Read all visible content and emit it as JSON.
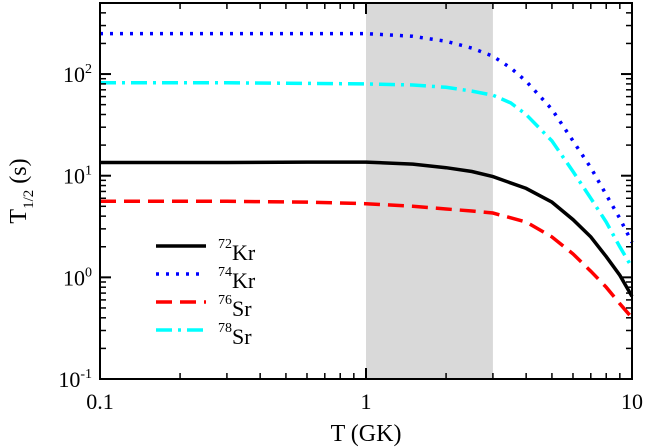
{
  "chart_data": {
    "type": "line",
    "xscale": "log",
    "yscale": "log",
    "xlim": [
      0.1,
      10
    ],
    "ylim": [
      0.1,
      500
    ],
    "xlabel": "T (GK)",
    "ylabel": {
      "main": "T",
      "sub": "1/2",
      "unit": " (s)"
    },
    "x_ticks": [
      {
        "value": 0.1,
        "label": "0.1"
      },
      {
        "value": 1,
        "label": "1"
      },
      {
        "value": 10,
        "label": "10"
      }
    ],
    "y_ticks": [
      {
        "value": 0.1,
        "base": "10",
        "exp": "-1"
      },
      {
        "value": 1,
        "base": "10",
        "exp": "0"
      },
      {
        "value": 10,
        "base": "10",
        "exp": "1"
      },
      {
        "value": 100,
        "base": "10",
        "exp": "2"
      }
    ],
    "shaded_region": {
      "x": [
        1,
        3
      ],
      "color": "#d9d9d9"
    },
    "legend_position": "lower-left",
    "series": [
      {
        "name": {
          "mass": "72",
          "element": "Kr"
        },
        "color": "#000000",
        "style": "solid",
        "points": [
          [
            0.1,
            13.5
          ],
          [
            0.3,
            13.5
          ],
          [
            0.6,
            13.6
          ],
          [
            1.0,
            13.6
          ],
          [
            1.5,
            13.0
          ],
          [
            2.0,
            12.0
          ],
          [
            2.5,
            11.0
          ],
          [
            3.0,
            9.8
          ],
          [
            4.0,
            7.5
          ],
          [
            5.0,
            5.5
          ],
          [
            6.0,
            3.7
          ],
          [
            7.0,
            2.5
          ],
          [
            8.0,
            1.6
          ],
          [
            9.0,
            1.05
          ],
          [
            10.0,
            0.65
          ]
        ]
      },
      {
        "name": {
          "mass": "74",
          "element": "Kr"
        },
        "color": "#0000ff",
        "style": "dotted",
        "points": [
          [
            0.1,
            250
          ],
          [
            0.3,
            250
          ],
          [
            0.6,
            250
          ],
          [
            1.0,
            250
          ],
          [
            1.5,
            235
          ],
          [
            2.0,
            210
          ],
          [
            2.5,
            180
          ],
          [
            3.0,
            150
          ],
          [
            3.5,
            115
          ],
          [
            4.0,
            85
          ],
          [
            5.0,
            45
          ],
          [
            6.0,
            22
          ],
          [
            7.0,
            12
          ],
          [
            8.0,
            6.5
          ],
          [
            9.0,
            3.8
          ],
          [
            10.0,
            2.2
          ]
        ]
      },
      {
        "name": {
          "mass": "76",
          "element": "Sr"
        },
        "color": "#ff0000",
        "style": "dashed",
        "points": [
          [
            0.1,
            5.6
          ],
          [
            0.3,
            5.6
          ],
          [
            0.6,
            5.5
          ],
          [
            1.0,
            5.3
          ],
          [
            1.5,
            5.0
          ],
          [
            2.0,
            4.7
          ],
          [
            2.5,
            4.5
          ],
          [
            3.0,
            4.3
          ],
          [
            4.0,
            3.5
          ],
          [
            5.0,
            2.5
          ],
          [
            6.0,
            1.7
          ],
          [
            7.0,
            1.15
          ],
          [
            8.0,
            0.8
          ],
          [
            9.0,
            0.55
          ],
          [
            10.0,
            0.4
          ]
        ]
      },
      {
        "name": {
          "mass": "78",
          "element": "Sr"
        },
        "color": "#00ffff",
        "style": "dashdot",
        "points": [
          [
            0.1,
            82
          ],
          [
            0.3,
            82
          ],
          [
            0.6,
            81
          ],
          [
            1.0,
            80
          ],
          [
            1.5,
            78
          ],
          [
            2.0,
            74
          ],
          [
            2.5,
            68
          ],
          [
            3.0,
            62
          ],
          [
            3.5,
            52
          ],
          [
            4.0,
            40
          ],
          [
            5.0,
            22
          ],
          [
            6.0,
            11
          ],
          [
            7.0,
            6
          ],
          [
            8.0,
            3.5
          ],
          [
            9.0,
            2.0
          ],
          [
            10.0,
            1.25
          ]
        ]
      }
    ]
  }
}
